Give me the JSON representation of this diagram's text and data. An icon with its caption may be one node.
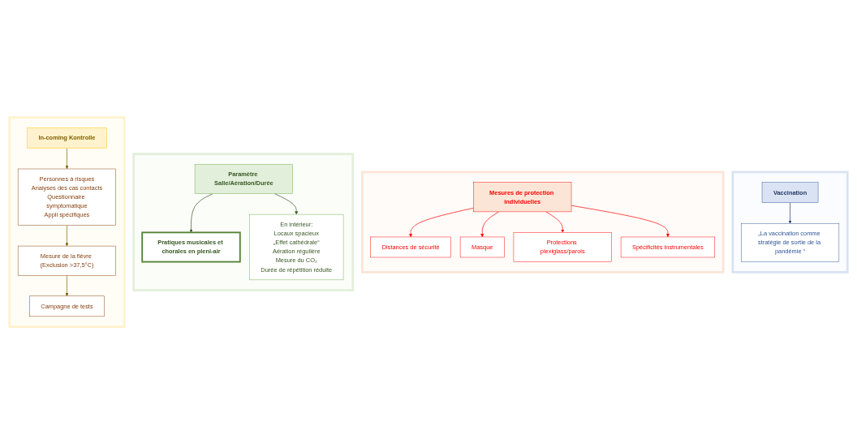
{
  "diagram": {
    "nodes": [
      {
        "text": [],
        "shape": "box"
      },
      {
        "text": [
          "In-coming Kontrolle"
        ],
        "in": 0
      },
      {
        "text": [
          "Personnes à risques",
          "Analyses des cas contacts",
          "Questionnaire symptomatique",
          "Appli spécifiques"
        ],
        "in": 0
      },
      {
        "text": [
          "Mesure de la fièvre (Exclusion >37,5°C)"
        ],
        "in": 0
      },
      {
        "text": [
          "Campagne de tests"
        ],
        "in": 0
      },
      {
        "text": [],
        "shape": "box"
      },
      {
        "text": [
          "Paramètre Salle/Aération/Durée"
        ],
        "in": 5
      },
      {
        "text": [
          "Pratiques musicales et chorales en pleni-air"
        ],
        "in": 5
      },
      {
        "text": [
          "En intérieur:",
          "Locaux spacieux",
          "„Effet cathédrale“",
          "Aération régulière",
          "Mesure du CO₂",
          "Durée de répétition réduite"
        ],
        "in": 5
      },
      {
        "text": [],
        "shape": "box"
      },
      {
        "text": [
          "Mesures de protection individuelles"
        ],
        "in": 9
      },
      {
        "text": [
          "Distances de sécurité"
        ],
        "in": 9
      },
      {
        "text": [
          "Masque"
        ],
        "in": 9
      },
      {
        "text": [
          "Protections plexiglass/parois"
        ],
        "in": 9
      },
      {
        "text": [
          "Spécificités instrumentales"
        ],
        "in": 9
      },
      {
        "text": [],
        "shape": "box"
      },
      {
        "text": [
          "Vaccination"
        ],
        "in": 15
      },
      {
        "text": [
          "„La vaccination comme stratégie de sortie de la pandémie “"
        ],
        "in": 15
      }
    ],
    "edges": [
      {
        "from": 1,
        "to": 2,
        "arrow": "to",
        "color": "#7f6000"
      },
      {
        "from": 2,
        "to": 3,
        "arrow": "to",
        "color": "#7f6000"
      },
      {
        "from": 3,
        "to": 4,
        "arrow": "to",
        "color": "#7f6000"
      },
      {
        "from": 6,
        "to": 7,
        "arrow": "to",
        "color": "#385723"
      },
      {
        "from": 6,
        "to": 8,
        "arrow": "to",
        "color": "#385723"
      },
      {
        "from": 10,
        "to": 11,
        "arrow": "to"
      },
      {
        "from": 10,
        "to": 12,
        "arrow": "to"
      },
      {
        "from": 10,
        "to": 13,
        "arrow": "to"
      },
      {
        "from": 10,
        "to": 14,
        "arrow": "to"
      },
      {
        "from": 16,
        "to": 17,
        "arrow": "to",
        "color": "#1f3864"
      }
    ]
  }
}
